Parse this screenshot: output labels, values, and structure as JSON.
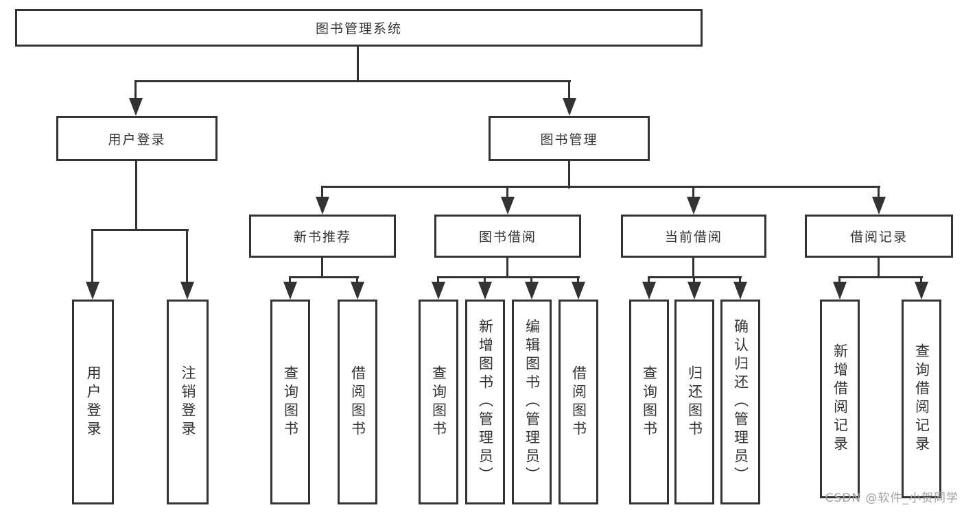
{
  "diagram": {
    "root": {
      "label": "图书管理系统"
    },
    "branches": [
      {
        "label": "用户登录",
        "children": [
          {
            "label": "用户登录"
          },
          {
            "label": "注销登录"
          }
        ]
      },
      {
        "label": "图书管理",
        "sections": [
          {
            "label": "新书推荐",
            "children": [
              {
                "label": "查询图书"
              },
              {
                "label": "借阅图书"
              }
            ]
          },
          {
            "label": "图书借阅",
            "children": [
              {
                "label": "查询图书"
              },
              {
                "label": "新增图书（管理员）"
              },
              {
                "label": "编辑图书（管理员）"
              },
              {
                "label": "借阅图书"
              }
            ]
          },
          {
            "label": "当前借阅",
            "children": [
              {
                "label": "查询图书"
              },
              {
                "label": "归还图书"
              },
              {
                "label": "确认归还（管理员）"
              }
            ]
          },
          {
            "label": "借阅记录",
            "children": [
              {
                "label": "新增借阅记录"
              },
              {
                "label": "查询借阅记录"
              }
            ]
          }
        ]
      }
    ],
    "watermark": {
      "text": "CSDN @软件_小贺同学"
    },
    "colors": {
      "line": "#333333",
      "text": "#333333",
      "watermark": "#a0a0a0",
      "background": "#ffffff"
    }
  }
}
